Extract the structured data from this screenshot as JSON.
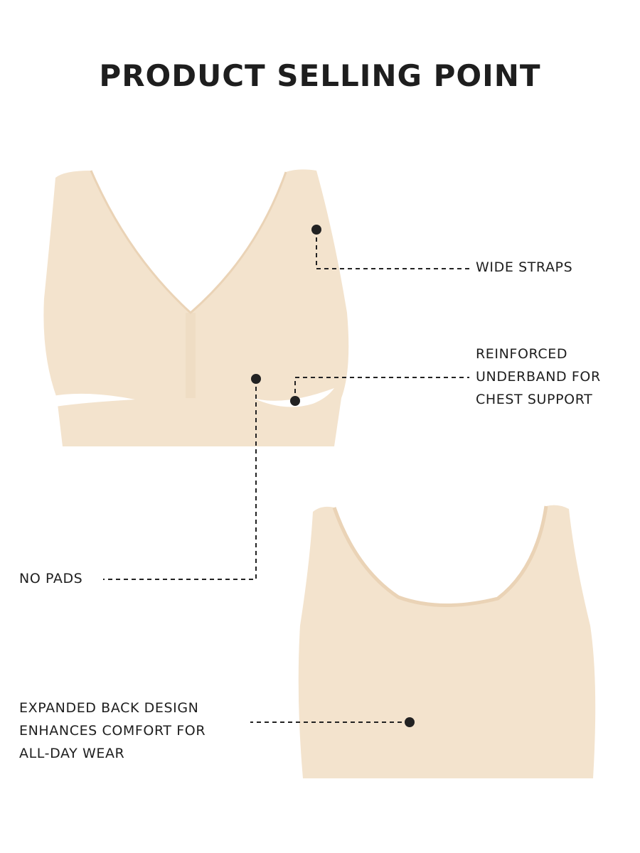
{
  "title": "PRODUCT SELLING POINT",
  "callouts": {
    "wide_straps": "WIDE STRAPS",
    "underband": "REINFORCED\nUNDERBAND FOR\nCHEST SUPPORT",
    "no_pads": "NO PADS",
    "back": "EXPANDED BACK DESIGN\nENHANCES COMFORT FOR\nALL-DAY WEAR"
  },
  "colors": {
    "fabric": "#f3e3cd",
    "seam": "#ead3b6",
    "ink": "#222222"
  }
}
